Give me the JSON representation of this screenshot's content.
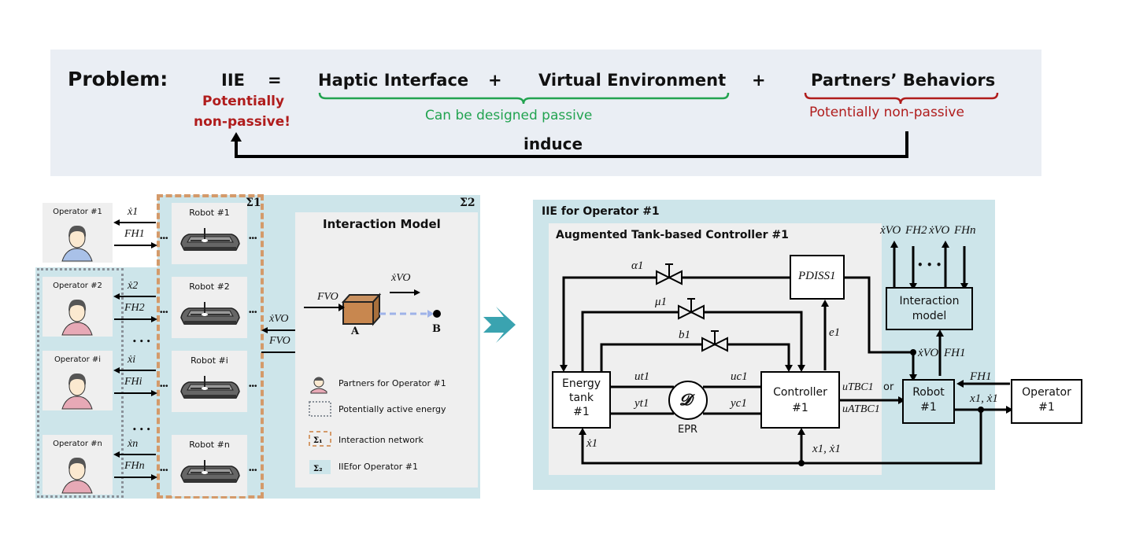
{
  "problem": {
    "title": "Problem:",
    "lhs": "IIE",
    "equals": "=",
    "term1": "Haptic Interface",
    "plus1": "+",
    "term2": "Virtual Environment",
    "plus2": "+",
    "term3": "Partners’ Behaviors",
    "lhs_note_line1": "Potentially",
    "lhs_note_line2": "non-passive!",
    "passive_note": "Can be designed passive",
    "nonpassive_note": "Potentially non-passive",
    "induce": "induce",
    "colors": {
      "red": "#b01c1c",
      "green": "#22a350",
      "panel": "#eaeef4"
    }
  },
  "network": {
    "sigma1": "Σ1",
    "sigma2": "Σ2",
    "operators": [
      {
        "label": "Operator #1",
        "velocity": "ẋ1",
        "force": "FH1",
        "shirt": "#a9c1e8"
      },
      {
        "label": "Operator #2",
        "velocity": "ẋ2",
        "force": "FH2",
        "shirt": "#e7a9b6"
      },
      {
        "label": "Operator #i",
        "velocity": "ẋi",
        "force": "FHi",
        "shirt": "#e7a9b6"
      },
      {
        "label": "Operator #n",
        "velocity": "ẋn",
        "force": "FHn",
        "shirt": "#e7a9b6"
      }
    ],
    "robots": [
      "Robot #1",
      "Robot #2",
      "Robot #i",
      "Robot #n"
    ],
    "ellipsis": "• • •",
    "link_velocity": "ẋVO",
    "link_force": "FVO",
    "interaction_model": {
      "title": "Interaction Model",
      "force": "FVO",
      "velocity": "ẋVO",
      "point_a": "A",
      "point_b": "B"
    },
    "legend": [
      {
        "icon": "partner-icon",
        "label": "Partners for Operator #1"
      },
      {
        "icon": "dotted-box-icon",
        "label": "Potentially active energy"
      },
      {
        "icon": "dashed-sigma1-icon",
        "label": "Interaction network"
      },
      {
        "icon": "sigma2-box-icon",
        "label": "IIEfor Operator #1"
      }
    ],
    "colors": {
      "teal_bg": "#cde5ea",
      "orange_dash": "#d49a6a",
      "gray_dot": "#8a9199",
      "card": "#efefef"
    }
  },
  "arrow": {
    "color": "#3aa3b0"
  },
  "controller": {
    "outer_title": "IIE for Operator #1",
    "inner_title": "Augmented Tank-based Controller #1",
    "gains": [
      "α1",
      "μ1",
      "b1"
    ],
    "p_diss": "PDISS1",
    "e1": "e1",
    "energy_tank": [
      "Energy",
      "tank",
      "#1"
    ],
    "controller_box": [
      "Controller",
      "#1"
    ],
    "epr_symbol": "𝓓",
    "epr_label": "EPR",
    "u_t1": "ut1",
    "y_t1": "yt1",
    "u_c1": "uc1",
    "y_c1": "yc1",
    "u_tbc": "uTBC1",
    "or": "or",
    "u_atbc": "uATBC1",
    "x1_dot": "ẋ1",
    "x1_pair": "x1, ẋ1",
    "interaction_model_box": [
      "Interaction",
      "model"
    ],
    "top_signals": [
      "ẋVO",
      "FH2",
      "ẋVO",
      "FHn"
    ],
    "robot_box": [
      "Robot",
      "#1"
    ],
    "operator_box": [
      "Operator",
      "#1"
    ],
    "robot_up_signals": [
      "ẋVO",
      "FH1"
    ],
    "fh1": "FH1",
    "x_pair_out": "x1, ẋ1",
    "dots": "• • •"
  }
}
